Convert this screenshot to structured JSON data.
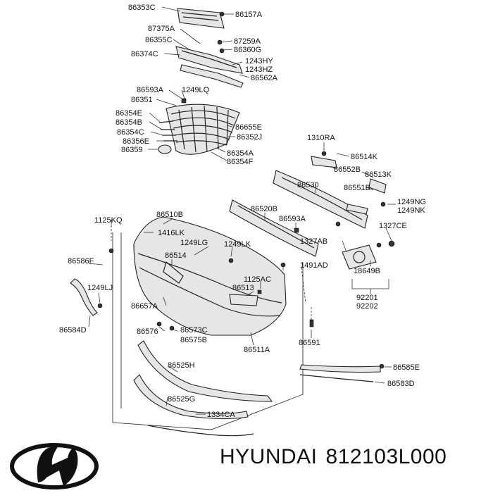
{
  "brand": {
    "name": "HYUNDAI",
    "part_number": "812103L000"
  },
  "labels": {
    "l86353C": "86353C",
    "l86157A": "86157A",
    "l87375A": "87375A",
    "l86355C": "86355C",
    "l87259A": "87259A",
    "l86360G": "86360G",
    "l86374C": "86374C",
    "l1243HY": "1243HY",
    "l1243HZ": "1243HZ",
    "l86562A": "86562A",
    "l86593A_top": "86593A",
    "l1249LQ": "1249LQ",
    "l86351": "86351",
    "l86354E": "86354E",
    "l86354B": "86354B",
    "l86655E": "86655E",
    "l86354C": "86354C",
    "l86352J": "86352J",
    "l86356E": "86356E",
    "l86359": "86359",
    "l86354A": "86354A",
    "l86354F": "86354F",
    "l1310RA": "1310RA",
    "l86514K": "86514K",
    "l86552B": "86552B",
    "l86513K": "86513K",
    "l86530": "86530",
    "l86551B": "86551B",
    "l1249NG": "1249NG",
    "l1249NK": "1249NK",
    "l86520B": "86520B",
    "l86593A_mid": "86593A",
    "l1327CE": "1327CE",
    "l1125KQ": "1125KQ",
    "l86510B": "86510B",
    "l1416LK": "1416LK",
    "l1327AB": "1327AB",
    "l1249LG": "1249LG",
    "l1249LK": "1249LK",
    "l86514": "86514",
    "l1491AD": "1491AD",
    "l86586F": "86586F",
    "l18649B": "18649B",
    "l1125AC": "1125AC",
    "l86513": "86513",
    "l1249LJ": "1249LJ",
    "l92201": "92201",
    "l92202": "92202",
    "l86657A": "86657A",
    "l86584D": "86584D",
    "l86576": "86576",
    "l86573C": "86573C",
    "l86575B": "86575B",
    "l86511A": "86511A",
    "l86591": "86591",
    "l86525H": "86525H",
    "l86585E": "86585E",
    "l86583D": "86583D",
    "l86525G": "86525G",
    "l1334CA": "1334CA"
  }
}
